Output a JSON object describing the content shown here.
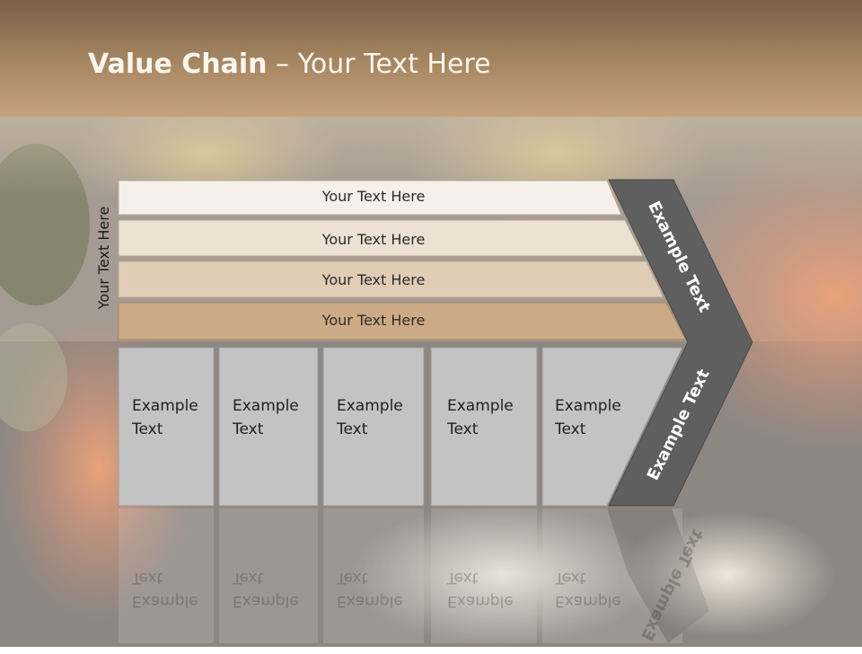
{
  "title": {
    "bold": "Value Chain",
    "separator": " – ",
    "rest": "Your Text Here"
  },
  "side_label": "Your Text Here",
  "rows": [
    "Your Text Here",
    "Your Text Here",
    "Your Text Here",
    "Your Text Here"
  ],
  "boxes": [
    {
      "line1": "Example",
      "line2": "Text"
    },
    {
      "line1": "Example",
      "line2": "Text"
    },
    {
      "line1": "Example",
      "line2": "Text"
    },
    {
      "line1": "Example",
      "line2": "Text"
    },
    {
      "line1": "Example",
      "line2": "Text"
    }
  ],
  "chevron_upper": "Example Text",
  "chevron_lower": "Example Text",
  "colors": {
    "header_band": "#9a7a5a",
    "row1": "#f5f0ea",
    "row2": "#ece1d3",
    "row3": "#e1cdb6",
    "row4": "#cdaa86",
    "boxes": "#c3c3c3",
    "chevron": "#5f5f5f"
  }
}
